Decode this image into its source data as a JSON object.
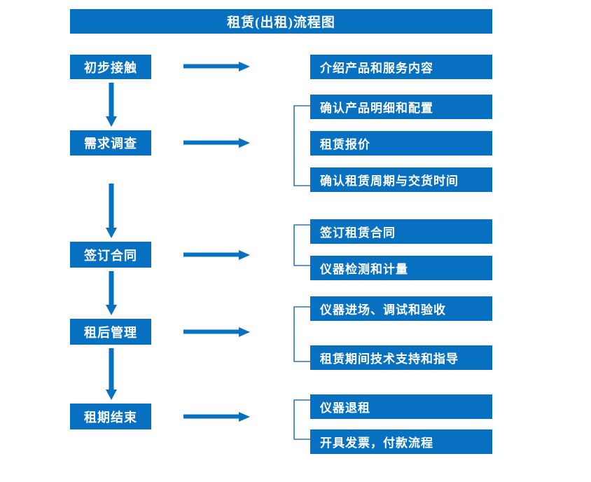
{
  "diagram": {
    "title": "租赁(出租)流程图",
    "accent_color": "#0770c0",
    "bracket_color": "#2e75b6",
    "text_color": "#ffffff",
    "background_color": "#ffffff"
  },
  "stages": [
    {
      "label": "初步接触"
    },
    {
      "label": "需求调查"
    },
    {
      "label": "签订合同"
    },
    {
      "label": "租后管理"
    },
    {
      "label": "租期结束"
    }
  ],
  "details": [
    {
      "label": "介绍产品和服务内容"
    },
    {
      "label": "确认产品明细和配置"
    },
    {
      "label": "租赁报价"
    },
    {
      "label": "确认租赁周期与交货时间"
    },
    {
      "label": "签订租赁合同"
    },
    {
      "label": "仪器检测和计量"
    },
    {
      "label": "仪器进场、调试和验收"
    },
    {
      "label": "租赁期间技术支持和指导"
    },
    {
      "label": "仪器退租"
    },
    {
      "label": "开具发票，付款流程"
    }
  ],
  "connectors": {
    "vertical_arrow_count": 4,
    "horizontal_arrow_count": 5,
    "bracket_count": 4
  }
}
